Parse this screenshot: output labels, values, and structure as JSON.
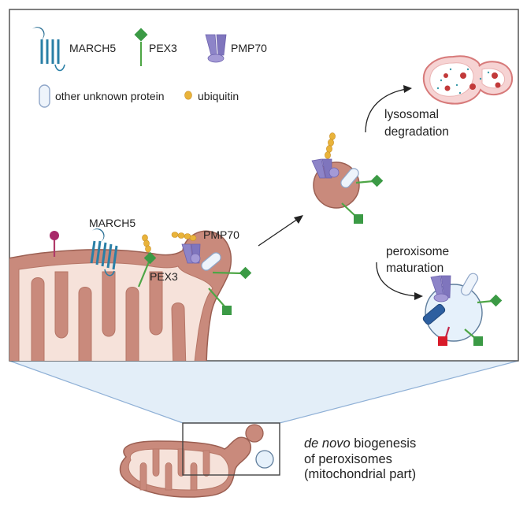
{
  "legend": {
    "march5": "MARCH5",
    "pex3": "PEX3",
    "pmp70": "PMP70",
    "other_protein": "other unknown protein",
    "ubiquitin": "ubiquitin"
  },
  "labels": {
    "march5": "MARCH5",
    "pex3": "PEX3",
    "pmp70": "PMP70",
    "lysosomal_line1": "lysosomal",
    "lysosomal_line2": "degradation",
    "maturation_line1": "peroxisome",
    "maturation_line2": "maturation"
  },
  "caption": {
    "denovo": "de novo",
    "biogenesis": " biogenesis",
    "line2": "of peroxisomes",
    "line3": "(mitochondrial part)"
  },
  "colors": {
    "mito_outer": "#c98a7c",
    "mito_inner": "#f6e2da",
    "march5": "#2a7fa6",
    "pex3": "#4ea646",
    "pmp70": "#8d84c8",
    "ubiquitin": "#e9b33a",
    "other_protein": "#b7cfe8",
    "zoom_fill": "#e3eef8"
  }
}
